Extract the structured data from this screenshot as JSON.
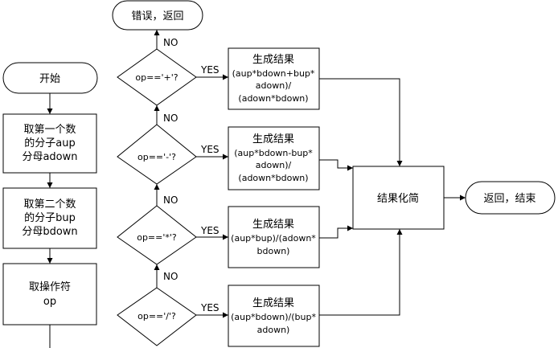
{
  "nodes": {
    "start": "开始",
    "error_return": "错误，返回",
    "get_first": [
      "取第一个数",
      "的分子aup",
      "分母adown"
    ],
    "get_second": [
      "取第二个数",
      "的分子bup",
      "分母bdown"
    ],
    "get_op": [
      "取操作符",
      "op"
    ],
    "cond_plus": "op=='+'?",
    "cond_minus": "op=='-'?",
    "cond_mul": "op=='*'?",
    "cond_div": "op=='/'?",
    "result_plus": [
      "生成结果",
      "(aup*bdown+bup*",
      "adown)/",
      "(adown*bdown)"
    ],
    "result_minus": [
      "生成结果",
      "(aup*bdown-bup*",
      "adown)/",
      "(adown*bdown)"
    ],
    "result_mul": [
      "生成结果",
      "(aup*bup)/(adown*",
      "bdown)"
    ],
    "result_div": [
      "生成结果",
      "(aup*bdown)/(bup*",
      "adown)"
    ],
    "simplify": "结果化简",
    "end": "返回，结束"
  },
  "edge_labels": {
    "yes": "YES",
    "no": "NO"
  }
}
